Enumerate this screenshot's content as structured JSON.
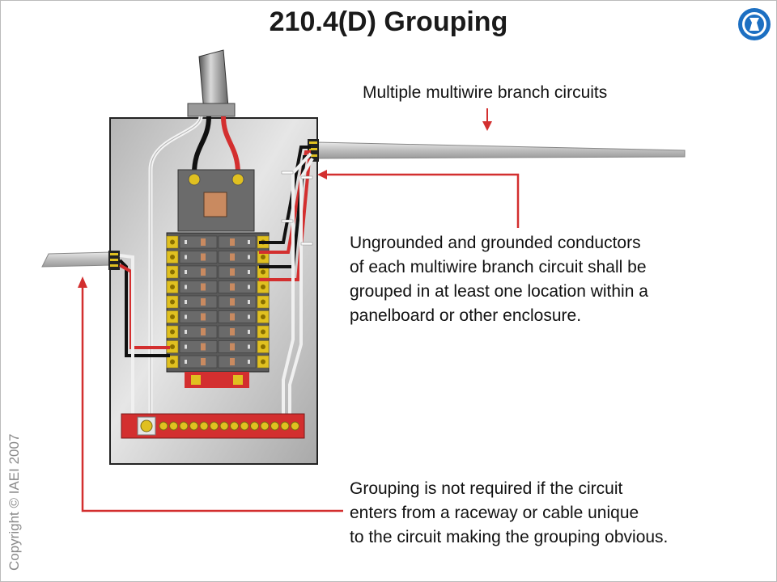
{
  "title": "210.4(D) Grouping",
  "label_top": "Multiple multiwire branch circuits",
  "label_middle": [
    "Ungrounded and grounded conductors",
    "of each multiwire branch circuit shall be",
    "grouped in at least one location within a",
    "panelboard or other enclosure."
  ],
  "label_bottom": [
    "Grouping is not required if the circuit",
    "enters from a raceway or cable unique",
    "to the circuit making the grouping obvious."
  ],
  "copyright": "Copyright © IAEI 2007",
  "colors": {
    "arrow": "#d32f2f",
    "busbar": "#d32f2f",
    "hot": "#d32f2f",
    "wire_black": "#111111",
    "enclosure": "#c8c8c8"
  }
}
